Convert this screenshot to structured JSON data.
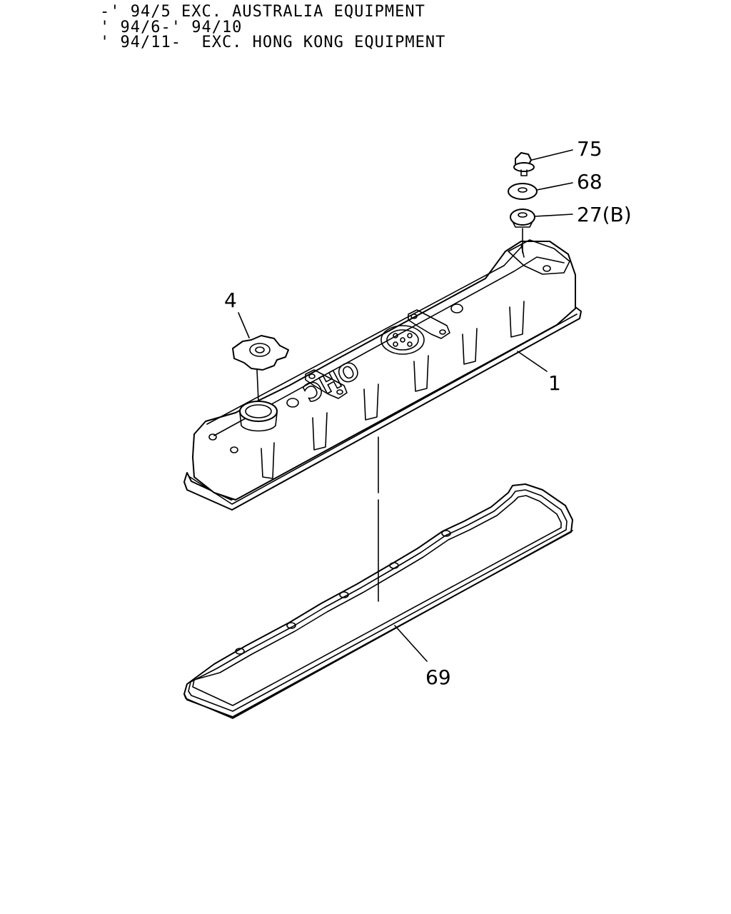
{
  "header": {
    "lines": [
      "-' 94/5 EXC. AUSTRALIA EQUIPMENT",
      "' 94/6-' 94/10",
      "' 94/11-  EXC. HONG KONG EQUIPMENT"
    ]
  },
  "callouts": {
    "bolt": "75",
    "washer": "68",
    "grommet": "27(B)",
    "oil_cap": "4",
    "cover": "1",
    "gasket": "69"
  },
  "cover_marking": "OHC"
}
